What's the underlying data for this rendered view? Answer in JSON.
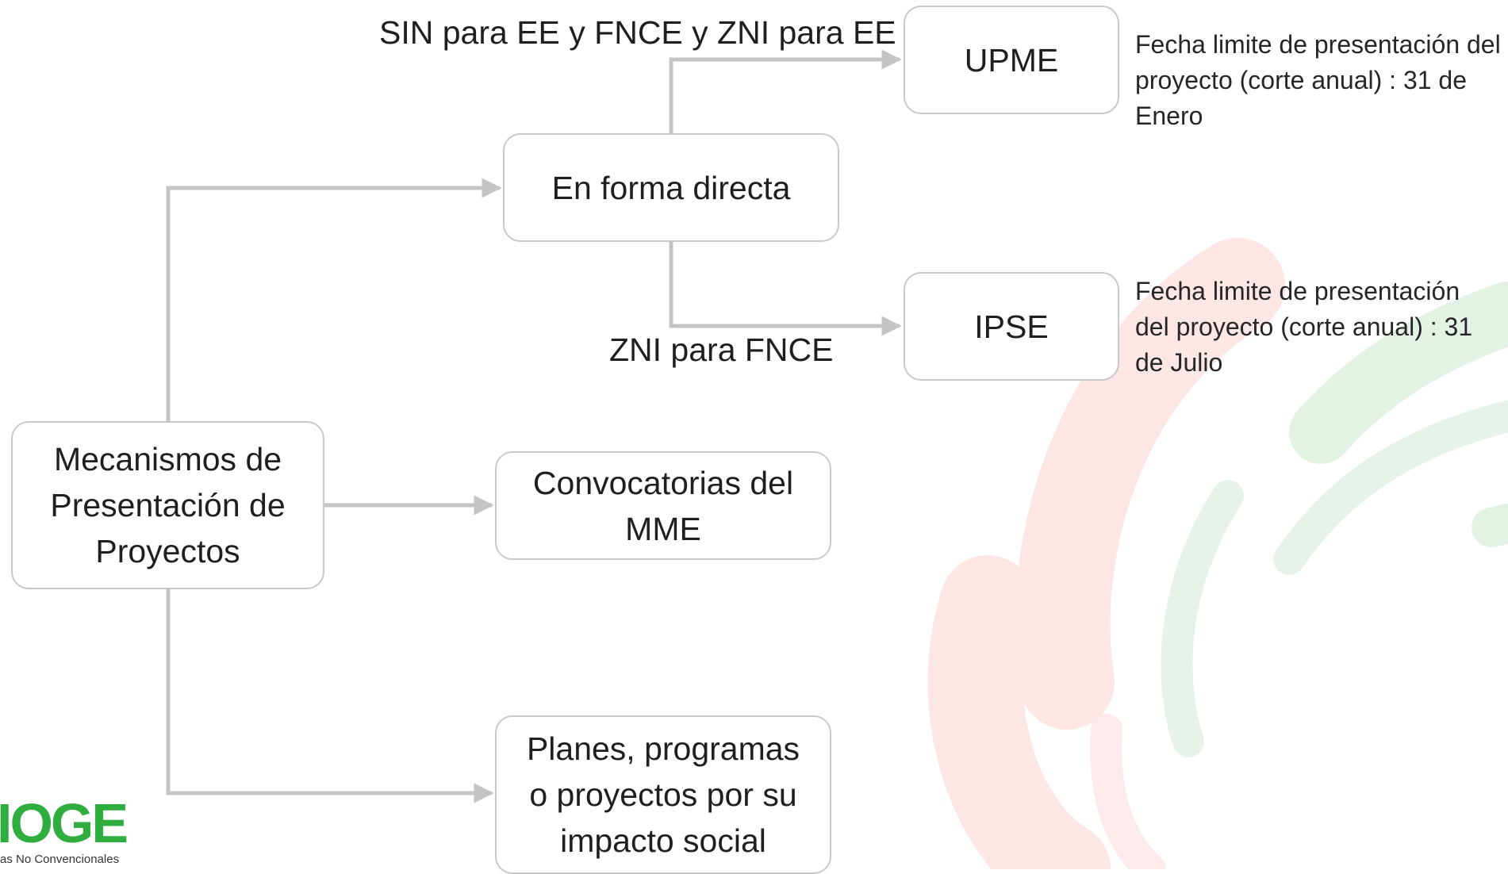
{
  "nodes": {
    "root": "Mecanismos de Presentación de Proyectos",
    "direct": "En forma directa",
    "upme": "UPME",
    "ipse": "IPSE",
    "convocatorias": "Convocatorias del MME",
    "planes": "Planes, programas o proyectos por su impacto social"
  },
  "edge_labels": {
    "to_upme": "SIN para EE y FNCE y ZNI para EE",
    "to_ipse": "ZNI  para FNCE"
  },
  "notes": {
    "upme": "Fecha limite de  presentación del proyecto (corte anual) : 31 de Enero",
    "ipse": "Fecha limite de presentación del proyecto (corte anual) : 31 de Julio"
  },
  "logo": {
    "text": "IOGE",
    "subtitle": "as No Convencionales"
  },
  "colors": {
    "connector": "#c4c4c4",
    "border": "#c9c9c9",
    "brand_green": "#2fae3f",
    "decor_red": "#fbe3e3",
    "decor_green": "#e6f3e8"
  }
}
